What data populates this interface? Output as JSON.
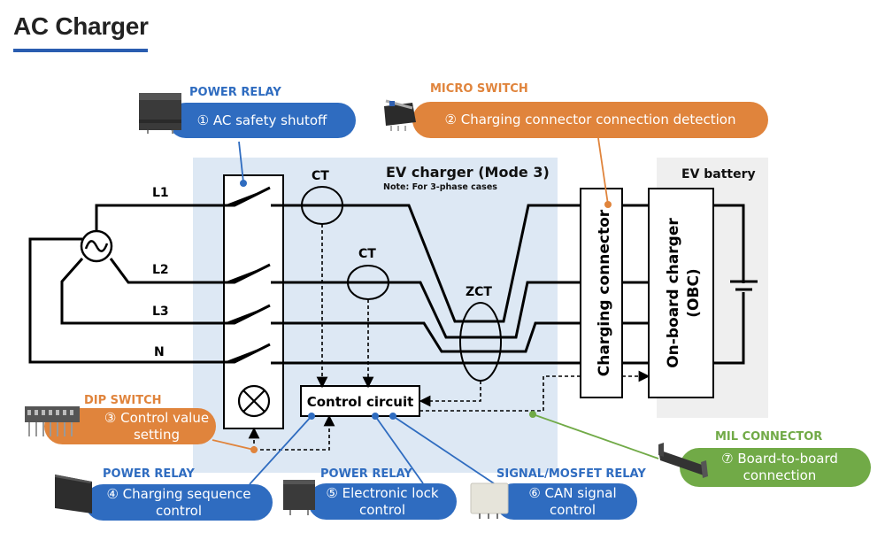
{
  "title": "AC Charger",
  "colors": {
    "accent_blue": "#2f6cc0",
    "accent_orange": "#e0843c",
    "accent_green": "#71aa47",
    "ev_charger_bg": "#dde8f4",
    "ev_battery_bg": "#efefef"
  },
  "diagram": {
    "ev_charger_label": "EV charger (Mode 3)",
    "ev_charger_note": "Note: For 3-phase cases",
    "ev_battery_label": "EV battery",
    "line_labels": [
      "L1",
      "L2",
      "L3",
      "N"
    ],
    "ct_label_1": "CT",
    "ct_label_2": "CT",
    "zct_label": "ZCT",
    "control_circuit": "Control circuit",
    "charging_connector": "Charging connector",
    "obc_line1": "On-board charger",
    "obc_line2": "(OBC)",
    "icons": [
      "ac-source-icon",
      "lamp-icon",
      "battery-icon"
    ]
  },
  "callouts": [
    {
      "category": "POWER RELAY",
      "number": "①",
      "lines": [
        "AC safety shutoff"
      ],
      "color": "blue",
      "product": "power-relay-icon"
    },
    {
      "category": "MICRO SWITCH",
      "number": "②",
      "lines": [
        "Charging connector connection detection"
      ],
      "color": "orange",
      "product": "micro-switch-icon"
    },
    {
      "category": "DIP SWITCH",
      "number": "③",
      "lines": [
        "Control value",
        "setting"
      ],
      "color": "orange",
      "product": "dip-switch-icon"
    },
    {
      "category": "POWER RELAY",
      "number": "④",
      "lines": [
        "Charging sequence",
        "control"
      ],
      "color": "blue",
      "product": "power-relay-icon"
    },
    {
      "category": "POWER RELAY",
      "number": "⑤",
      "lines": [
        "Electronic lock",
        "control"
      ],
      "color": "blue",
      "product": "power-relay-icon"
    },
    {
      "category": "SIGNAL/MOSFET RELAY",
      "number": "⑥",
      "lines": [
        "CAN signal",
        "control"
      ],
      "color": "blue",
      "product": "signal-relay-icon"
    },
    {
      "category": "MIL CONNECTOR",
      "number": "⑦",
      "lines": [
        "Board-to-board",
        "connection"
      ],
      "color": "green",
      "product": "mil-connector-icon"
    }
  ],
  "callout_text": {
    "c1": "① AC safety shutoff",
    "c2": "② Charging connector connection detection",
    "c3a": "③ Control value",
    "c3b": "setting",
    "c4a": "④ Charging sequence",
    "c4b": "control",
    "c5a": "⑤ Electronic lock",
    "c5b": "control",
    "c6a": "⑥ CAN signal",
    "c6b": "control",
    "c7a": "⑦ Board-to-board",
    "c7b": "connection"
  }
}
